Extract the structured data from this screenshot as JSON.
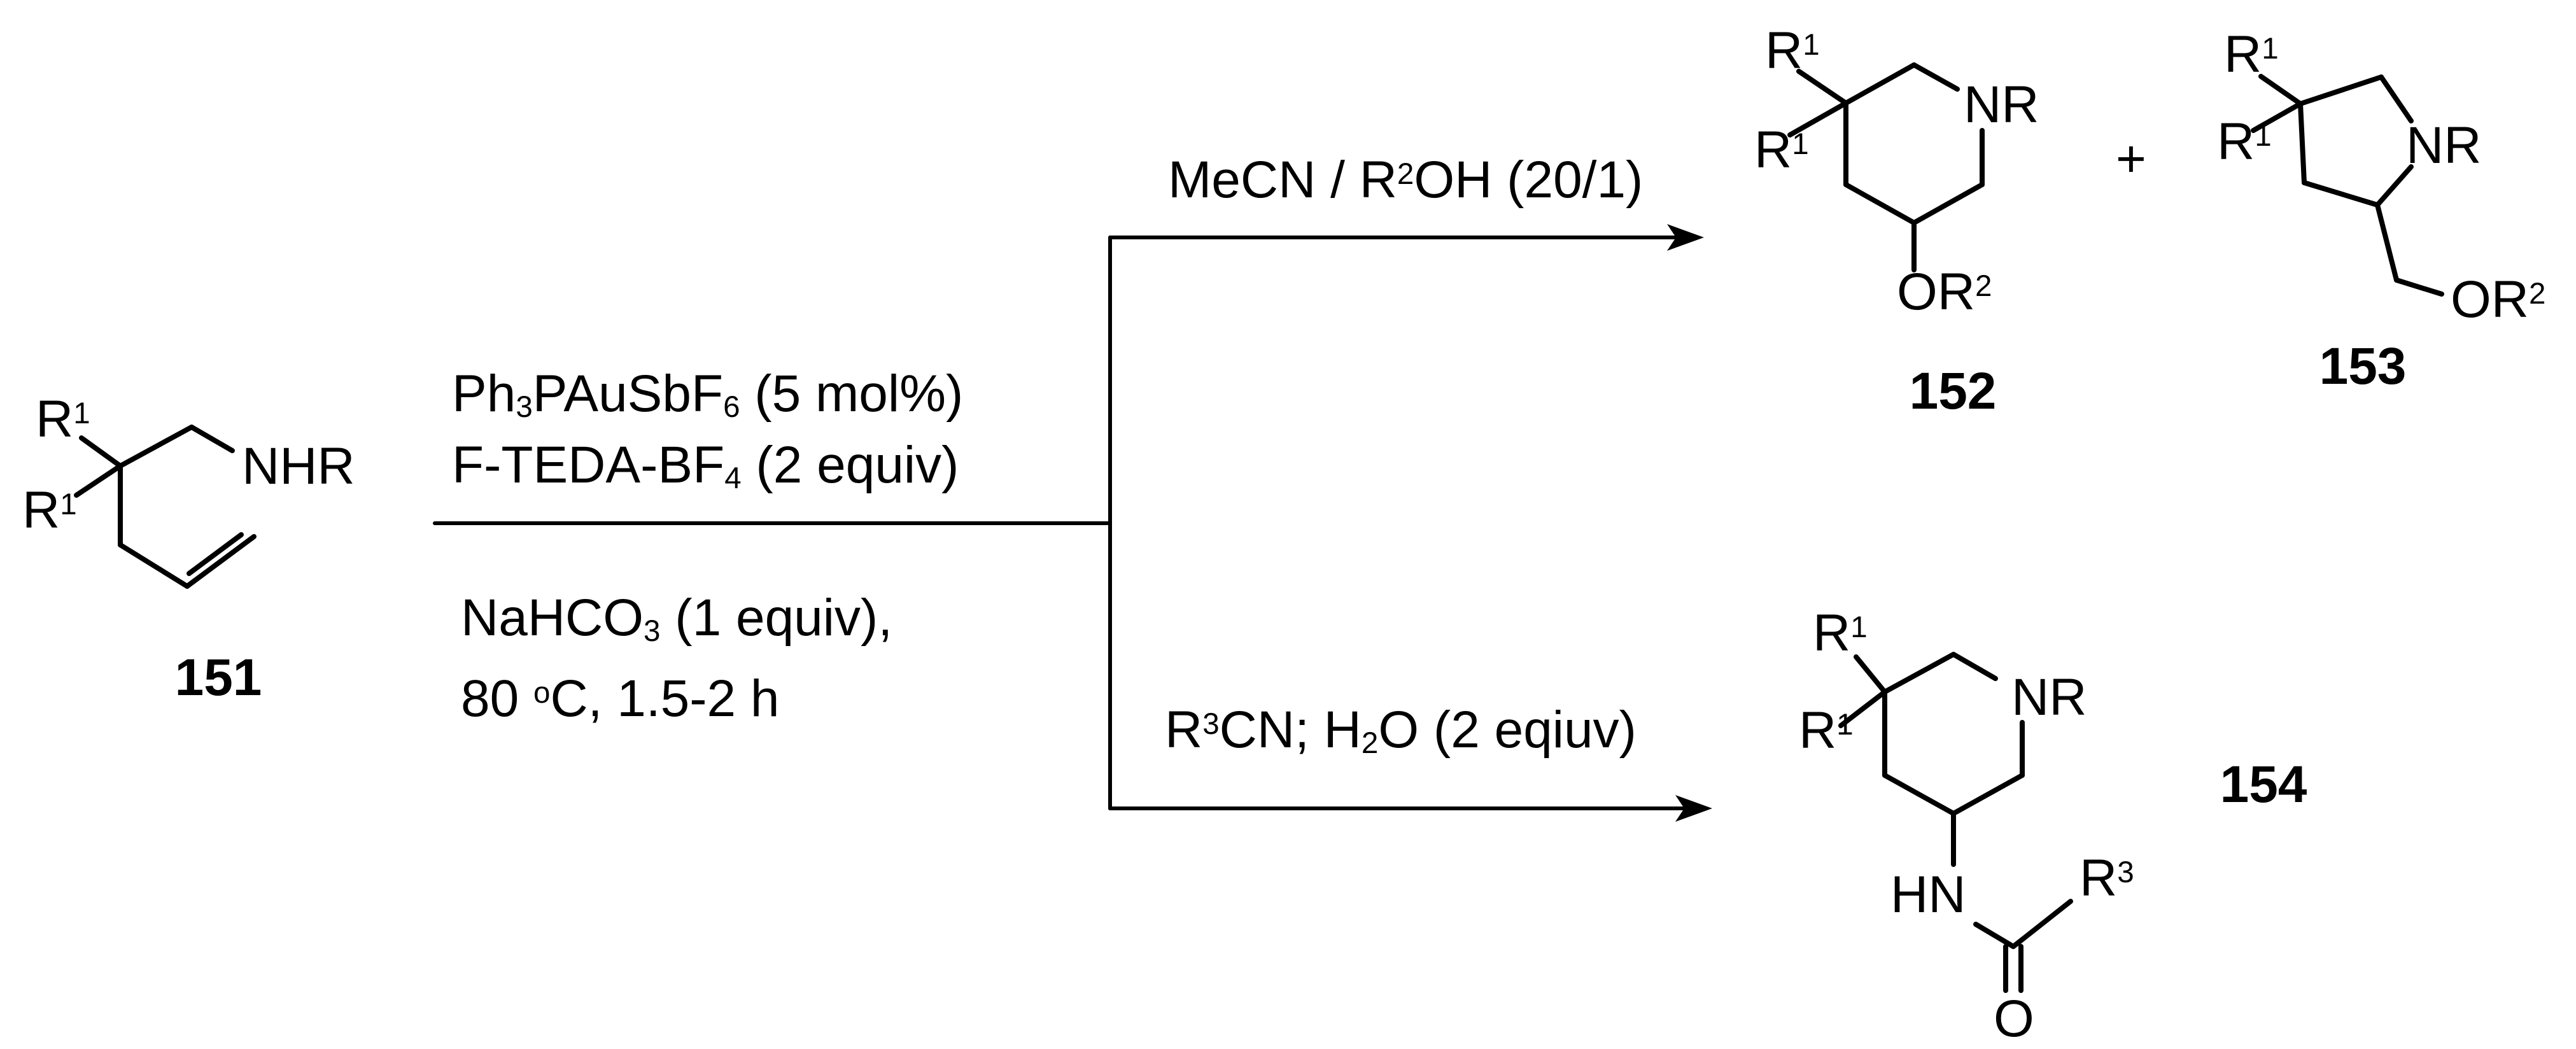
{
  "scheme": {
    "reactant": {
      "label": "151",
      "r1_top": "R^1^",
      "r1_bottom": "R^1^",
      "amine": "NHR"
    },
    "conditions": {
      "line1": "Ph_3_PAuSbF_6_ (5 mol%)",
      "line2": "F-TEDA-BF_4_ (2 equiv)",
      "line3": "NaHCO_3_ (1 equiv),",
      "line4": "80 ^o^C, 1.5-2 h"
    },
    "branch_top": {
      "reagents": "MeCN / R^2^OH (20/1)"
    },
    "branch_bottom": {
      "reagents": "R^3^CN; H_2_O (2 eqiuv)"
    },
    "product152": {
      "label": "152",
      "r1_top": "R^1^",
      "r1_bottom": "R^1^",
      "ring_n": "NR",
      "substituent": "OR^2^"
    },
    "plus_sign": "+",
    "product153": {
      "label": "153",
      "r1_top": "R^1^",
      "r1_bottom": "R^1^",
      "ring_n": "NR",
      "substituent": "OR^2^"
    },
    "product154": {
      "label": "154",
      "r1_top": "R^1^",
      "r1_bottom": "R^1^",
      "ring_n": "NR",
      "amide_nh": "HN",
      "amide_r": "R^3^",
      "carbonyl_o": "O"
    }
  },
  "colors": {
    "ink": "#000000",
    "background": "#ffffff"
  }
}
